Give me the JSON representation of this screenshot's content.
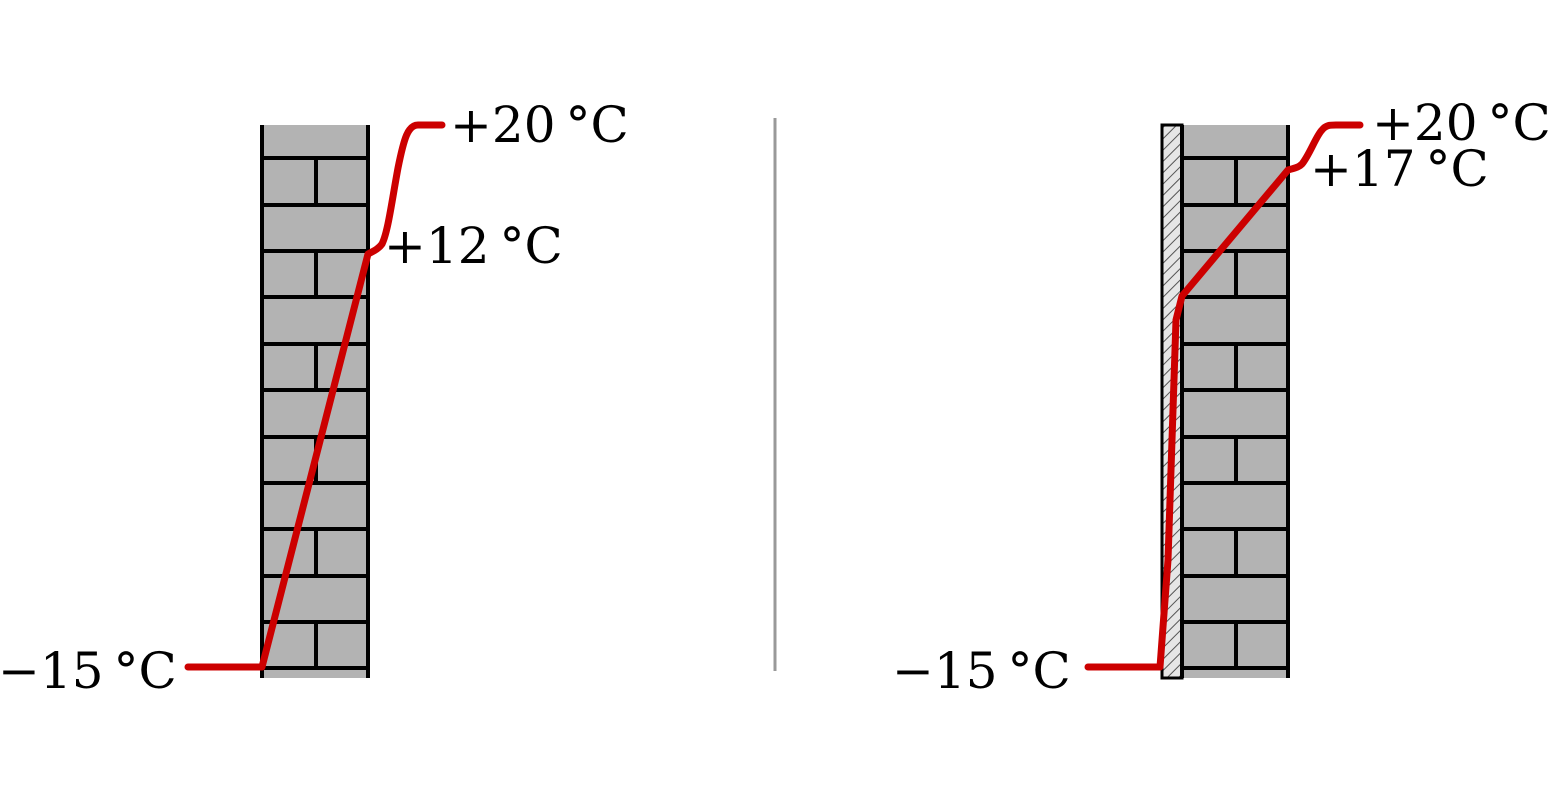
{
  "panels": [
    {
      "id": "uninsulated",
      "outside_temp": "−15 °C",
      "inner_surface_temp": "+12 °C",
      "inside_temp": "+20 °C"
    },
    {
      "id": "insulated",
      "outside_temp": "−15 °C",
      "inner_surface_temp": "+17 °C",
      "inside_temp": "+20 °C"
    }
  ],
  "colors": {
    "temperature_line": "#cc0000",
    "wall": "#b3b3b3",
    "insulation": "#d9d9d9",
    "divider": "#999999"
  }
}
